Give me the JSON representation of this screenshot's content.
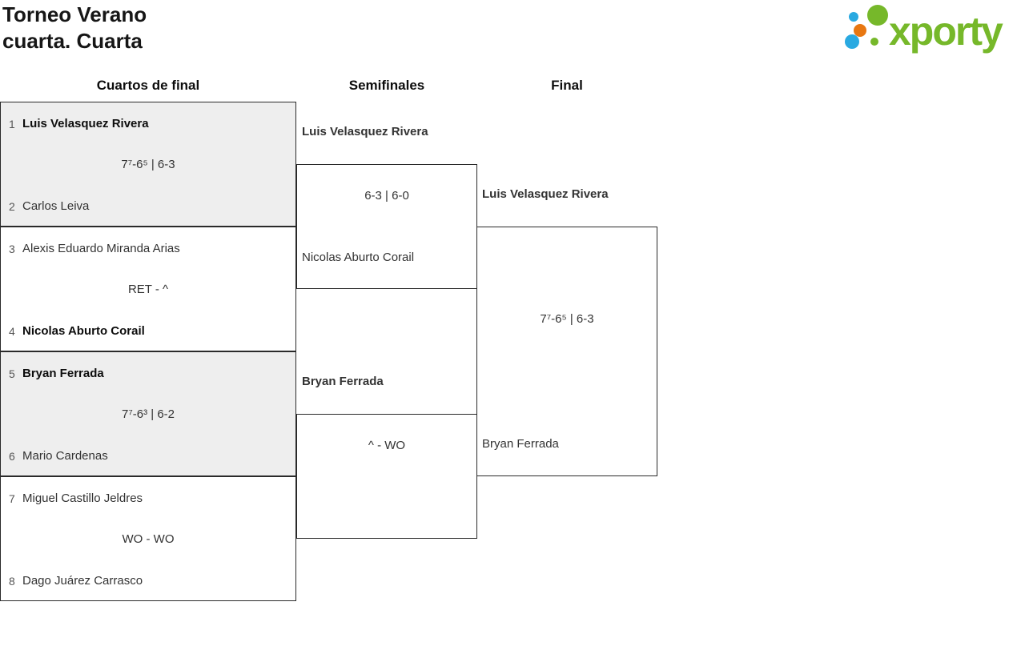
{
  "page": {
    "title_line1": "Torneo Verano",
    "title_line2": "cuarta. Cuarta"
  },
  "logo": {
    "wordmark": "xporty",
    "colors": {
      "green": "#76b82a",
      "blue": "#29a9e1",
      "orange": "#e87711"
    }
  },
  "bracket": {
    "round_headers": [
      "Cuartos de final",
      "Semifinales",
      "Final"
    ],
    "quarterfinals": [
      {
        "seed_top": "1",
        "name_top": "Luis Velasquez Rivera",
        "score": "7⁷-6⁵ | 6-3",
        "seed_bottom": "2",
        "name_bottom": "Carlos Leiva",
        "winner": "top"
      },
      {
        "seed_top": "3",
        "name_top": "Alexis Eduardo Miranda Arias",
        "score": "RET - ^",
        "seed_bottom": "4",
        "name_bottom": "Nicolas Aburto Corail",
        "winner": "bottom"
      },
      {
        "seed_top": "5",
        "name_top": "Bryan Ferrada",
        "score": "7⁷-6³ | 6-2",
        "seed_bottom": "6",
        "name_bottom": "Mario Cardenas",
        "winner": "top"
      },
      {
        "seed_top": "7",
        "name_top": "Miguel Castillo Jeldres",
        "score": "WO - WO",
        "seed_bottom": "8",
        "name_bottom": "Dago Juárez Carrasco",
        "winner": "none"
      }
    ],
    "semifinals": [
      {
        "name_top": "Luis Velasquez Rivera",
        "score": "6-3 | 6-0",
        "name_bottom": "Nicolas Aburto Corail",
        "winner": "top"
      },
      {
        "name_top": "Bryan Ferrada",
        "score": "^ - WO",
        "name_bottom": "",
        "winner": "top"
      }
    ],
    "final": {
      "name_top": "Luis Velasquez Rivera",
      "score": "7⁷-6⁵ | 6-3",
      "name_bottom": "Bryan Ferrada",
      "winner": "top"
    }
  }
}
